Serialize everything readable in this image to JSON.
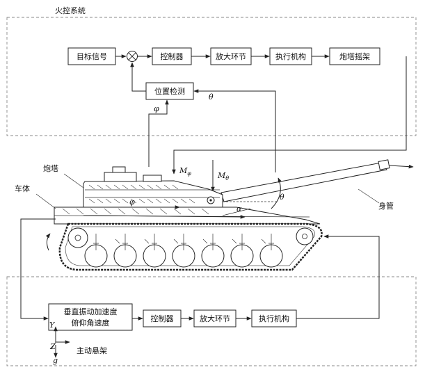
{
  "fire_control": {
    "title": "火控系统",
    "blocks": {
      "target_signal": "目标信号",
      "controller": "控制器",
      "amplifier": "放大环节",
      "actuator": "执行机构",
      "cradle": "炮塔摇架",
      "position_detect": "位置检测"
    },
    "signal_theta": "θ",
    "signal_phi": "φ"
  },
  "vehicle": {
    "turret_label": "炮塔",
    "body_label": "车体",
    "barrel_label": "身管",
    "moment_phi": "M",
    "moment_phi_sub": "φ",
    "moment_theta": "M",
    "moment_theta_sub": "θ",
    "angle_theta": "θ",
    "angle_phi": "φ",
    "angle_alpha": "α"
  },
  "suspension": {
    "title": "主动悬架",
    "blocks": {
      "sensor_line1": "垂直振动加速度",
      "sensor_line2": "俯仰角速度",
      "controller": "控制器",
      "amplifier": "放大环节",
      "actuator": "执行机构"
    },
    "axis_y": "Y",
    "axis_z": "Z",
    "axis_g": "g"
  },
  "colors": {
    "line": "#222222",
    "frame": "#8a8a8a"
  }
}
